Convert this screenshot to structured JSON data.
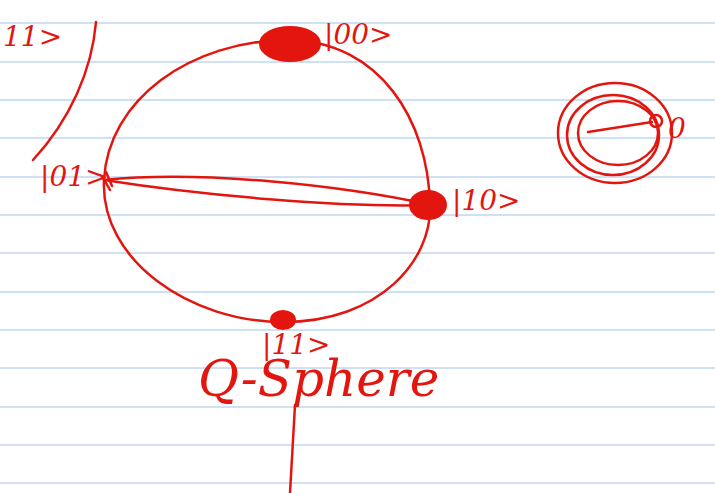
{
  "diagram": {
    "caption": "Q-Sphere",
    "labels": [
      "11>",
      "|00>",
      "|01>",
      "|10>",
      "|11>",
      "0"
    ]
  }
}
